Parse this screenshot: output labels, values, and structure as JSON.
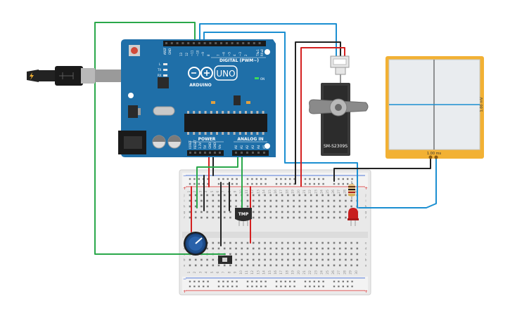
{
  "arduino": {
    "brand": "ARDUINO",
    "model": "UNO",
    "digital_label": "DIGITAL (PWM~)",
    "power_label": "POWER",
    "analog_label": "ANALOG IN",
    "on_label": "ON",
    "tx_label": "TX",
    "rx_label": "RX",
    "l_label": "L",
    "aref_label": "AREF",
    "gnd_label": "GND",
    "txrx_label": "TX▸1",
    "rxrx_label": "RX◂0",
    "digital_pins": [
      "13",
      "12",
      "~11",
      "~10",
      "~9",
      "8",
      "7",
      "~6",
      "~5",
      "4",
      "~3",
      "2"
    ],
    "power_pins": [
      "IOREF",
      "RESET",
      "3.3V",
      "5V",
      "GND",
      "GND",
      "Vin"
    ],
    "analog_pins": [
      "A0",
      "A1",
      "A2",
      "A3",
      "A4",
      "A5"
    ]
  },
  "servo": {
    "label": "SM-S2309S"
  },
  "temp_sensor": {
    "label": "TMP"
  },
  "oscilloscope": {
    "time_label": "1.00 ms",
    "volt_label": "1.00 mV"
  },
  "breadboard": {
    "row_letters_top": [
      "j",
      "i",
      "h",
      "g",
      "f"
    ],
    "row_letters_bottom": [
      "e",
      "d",
      "c",
      "b",
      "a"
    ],
    "col_numbers": [
      "1",
      "2",
      "3",
      "4",
      "5",
      "6",
      "7",
      "8",
      "9",
      "10",
      "11",
      "12",
      "13",
      "14",
      "15",
      "16",
      "17",
      "18",
      "19",
      "20",
      "21",
      "22",
      "23",
      "24",
      "25",
      "26",
      "27",
      "28",
      "29",
      "30"
    ],
    "plus": "+",
    "minus": "−"
  },
  "colors": {
    "board": "#1f6fa8",
    "wire_green": "#2aa84a",
    "wire_blue": "#1b8fd1",
    "wire_red": "#d42020",
    "wire_black": "#222222",
    "scope_frame": "#f2b134",
    "led": "#c81e1e",
    "pot": "#1e4e8c"
  },
  "icons": {
    "usb": "usb-plug-icon",
    "lightning": "lightning-icon"
  }
}
